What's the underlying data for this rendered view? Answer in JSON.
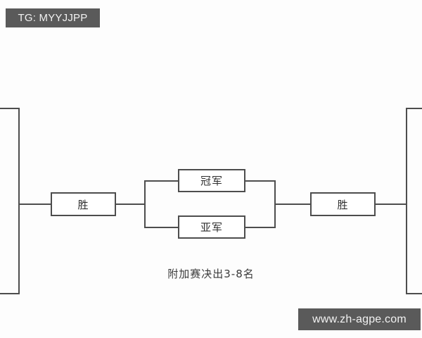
{
  "watermarks": {
    "telegram_tag": "TG: MYYJJPP",
    "site_url": "www.zh-agpe.com"
  },
  "diagram": {
    "caption": "附加赛决出3-8名",
    "colors": {
      "line": "#4d4d4d",
      "background": "#fdfdfd",
      "chip_background": "#5a5a5a",
      "chip_text": "#f2f2f2",
      "node_text": "#2f2f2f"
    },
    "nodes": {
      "left_win": "胜",
      "right_win": "胜",
      "champion": "冠军",
      "runner_up": "亚军"
    }
  }
}
